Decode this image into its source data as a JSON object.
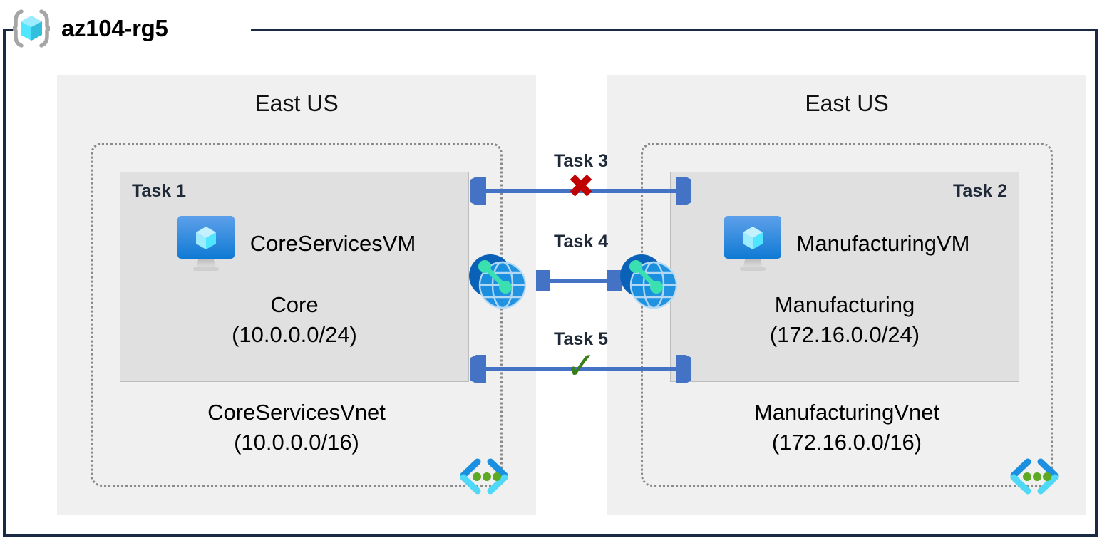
{
  "header": {
    "title": "az104-rg5",
    "icon": "resource-group-icon"
  },
  "regions": [
    {
      "label": "East US",
      "vnet": {
        "name": "CoreServicesVnet",
        "address_space": "(10.0.0.0/16)",
        "glyph": "virtual-network-icon"
      },
      "subnet": {
        "task": "Task 1",
        "task_align": "left",
        "vm_name": "CoreServicesVM",
        "vm_icon": "virtual-machine-icon",
        "name": "Core",
        "address_space": "(10.0.0.0/24)"
      }
    },
    {
      "label": "East US",
      "vnet": {
        "name": "ManufacturingVnet",
        "address_space": "(172.16.0.0/16)",
        "glyph": "virtual-network-icon"
      },
      "subnet": {
        "task": "Task 2",
        "task_align": "right",
        "vm_name": "ManufacturingVM",
        "vm_icon": "virtual-machine-icon",
        "name": "Manufacturing",
        "address_space": "(172.16.0.0/24)"
      }
    }
  ],
  "connectors": [
    {
      "label": "Task 3",
      "kind": "double-arrow-wide",
      "mark": "✖",
      "mark_name": "red-x-mark",
      "mark_color": "#c00000"
    },
    {
      "label": "Task 4",
      "kind": "double-arrow-short-with-peering",
      "mark": "",
      "mark_name": "none",
      "mark_color": ""
    },
    {
      "label": "Task 5",
      "kind": "double-arrow-wide",
      "mark": "✓",
      "mark_name": "green-check-mark",
      "mark_color": "#3a7d1e"
    }
  ],
  "peering": {
    "left_icon": "vnet-peering-icon",
    "right_icon": "vnet-peering-icon"
  },
  "colors": {
    "frame": "#1b2a44",
    "region_bg": "#f0f0f0",
    "subnet_bg": "#e0e0e0",
    "vnet_border": "#8a8a8a",
    "arrow": "#4472c4",
    "task_text": "#1f2937",
    "red_x": "#c00000",
    "green_check": "#3a7d1e",
    "azure_blue": "#0f7ad4",
    "cube_cyan": "#50e6ff"
  }
}
